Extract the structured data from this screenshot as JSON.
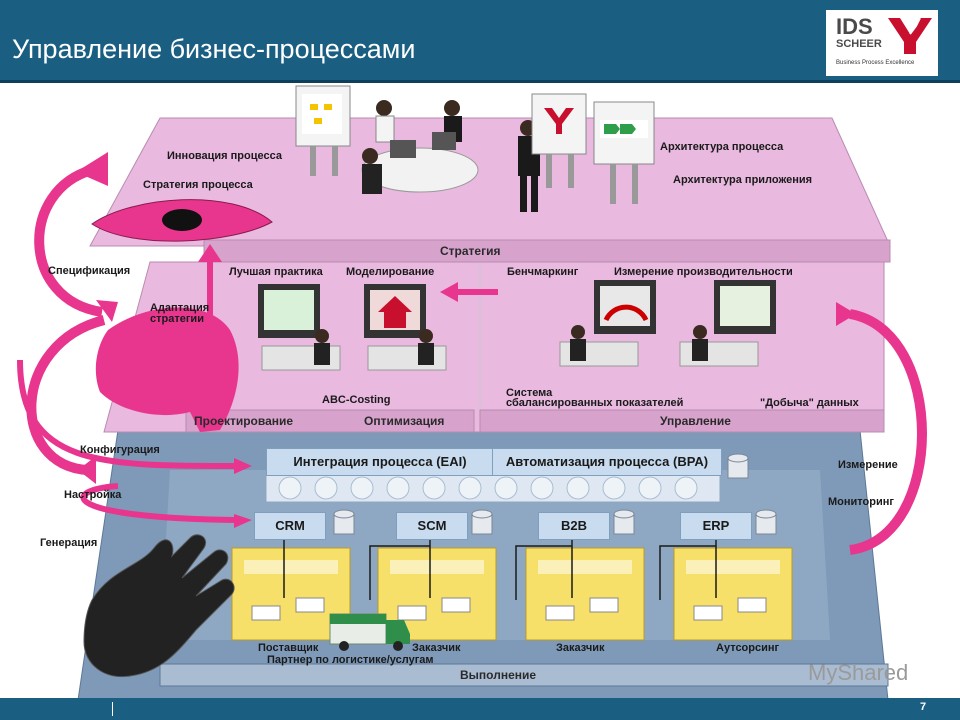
{
  "header": {
    "title": "Управление бизнес-процессами"
  },
  "logo": {
    "line1": "IDS",
    "line2": "SCHEER",
    "tagline": "Business Process Excellence"
  },
  "colors": {
    "header_bg": "#1a5f82",
    "pink_platform": "#e9b9df",
    "pink_arrow": "#e8368f",
    "blue_platform": "#7f9ab8",
    "system_box": "#c9dcef"
  },
  "strategy_level": {
    "labels": {
      "innovation": "Инновация процесса",
      "strategy": "Стратегия процесса",
      "process_architecture": "Архитектура процесса",
      "application_architecture": "Архитектура приложения"
    },
    "bar": "Стратегия"
  },
  "design_level": {
    "labels": {
      "best_practice": "Лучшая практика",
      "modeling": "Моделирование",
      "adaptation_line1": "Адаптация",
      "adaptation_line2": "стратегии",
      "abc_costing": "ABC-Costing"
    },
    "bar_left": "Проектирование",
    "bar_right": "Оптимизация"
  },
  "control_level": {
    "labels": {
      "benchmarking": "Бенчмаркинг",
      "performance": "Измерение производительности",
      "bsc_line1": "Система",
      "bsc_line2": "сбалансированных показателей",
      "data_mining": "\"Добыча\" данных"
    },
    "bar": "Управление"
  },
  "execution_level": {
    "eai": "Интеграция процесса (EAI)",
    "bpa": "Автоматизация процесса (BPA)",
    "systems": [
      "CRM",
      "SCM",
      "B2B",
      "ERP"
    ],
    "partners": {
      "supplier": "Поставщик",
      "customer1": "Заказчик",
      "logistics": "Партнер по логистике/услугам",
      "customer2": "Заказчик",
      "outsourcing": "Аутсорсинг"
    },
    "bar": "Выполнение"
  },
  "side_labels": {
    "specification": "Спецификация",
    "configuration": "Конфигурация",
    "tuning": "Настройка",
    "generation": "Генерация",
    "measurement": "Измерение",
    "monitoring": "Мониторинг"
  },
  "footer": {
    "page_number": "7"
  },
  "watermark": "MyShared"
}
